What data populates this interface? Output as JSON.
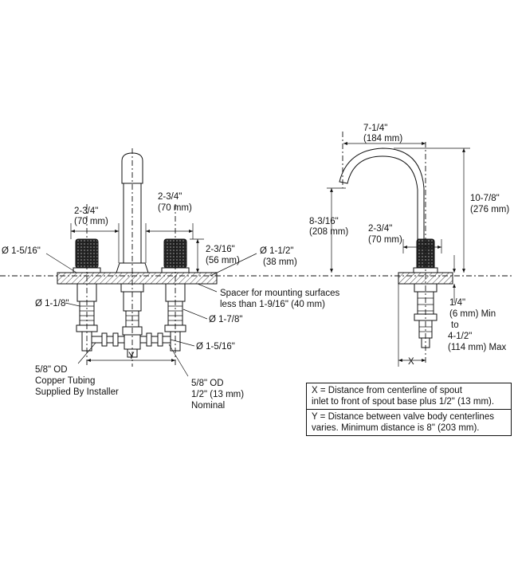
{
  "labels": {
    "dia_1_5_16_left": "Ø 1-5/16\"",
    "dia_1_1_8": "Ø 1-1/8\"",
    "dim_2_3_4_left": "2-3/4\"",
    "dim_70mm_left": "(70 mm)",
    "dim_2_3_4_mid": "2-3/4\"",
    "dim_70mm_mid": "(70 mm)",
    "dim_2_3_16": "2-3/16\"",
    "dim_56mm": "(56 mm)",
    "dia_1_1_2": "Ø 1-1/2\"",
    "dim_38mm": "(38 mm)",
    "spacer_line1": "Spacer for mounting surfaces",
    "spacer_line2": "less than 1-9/16\" (40 mm)",
    "dia_1_7_8": "Ø 1-7/8\"",
    "dia_1_5_16_right": "Ø 1-5/16\"",
    "y_label": "Y",
    "tubing_line1": "5/8\" OD",
    "tubing_line2": "Copper Tubing",
    "tubing_line3": "Supplied By Installer",
    "od_line1": "5/8\" OD",
    "od_line2": "1/2\" (13 mm)",
    "od_line3": "Nominal",
    "dim_7_1_4": "7-1/4\"",
    "dim_184mm": "(184 mm)",
    "dim_10_7_8": "10-7/8\"",
    "dim_276mm": "(276 mm)",
    "dim_8_3_16": "8-3/16\"",
    "dim_208mm": "(208 mm)",
    "dim_2_3_4_right": "2-3/4\"",
    "dim_70mm_right": "(70 mm)",
    "dim_1_4": "1/4\"",
    "dim_6mm_min": "(6 mm) Min",
    "dim_to": "to",
    "dim_4_1_2": "4-1/2\"",
    "dim_114mm_max": "(114 mm) Max",
    "x_label": "X"
  },
  "notes": {
    "x_line1": "X = Distance from centerline of spout",
    "x_line2": "inlet to front of spout base plus 1/2\" (13 mm).",
    "y_line1": "Y = Distance between valve body centerlines",
    "y_line2": "varies. Minimum distance is 8\" (203 mm)."
  }
}
